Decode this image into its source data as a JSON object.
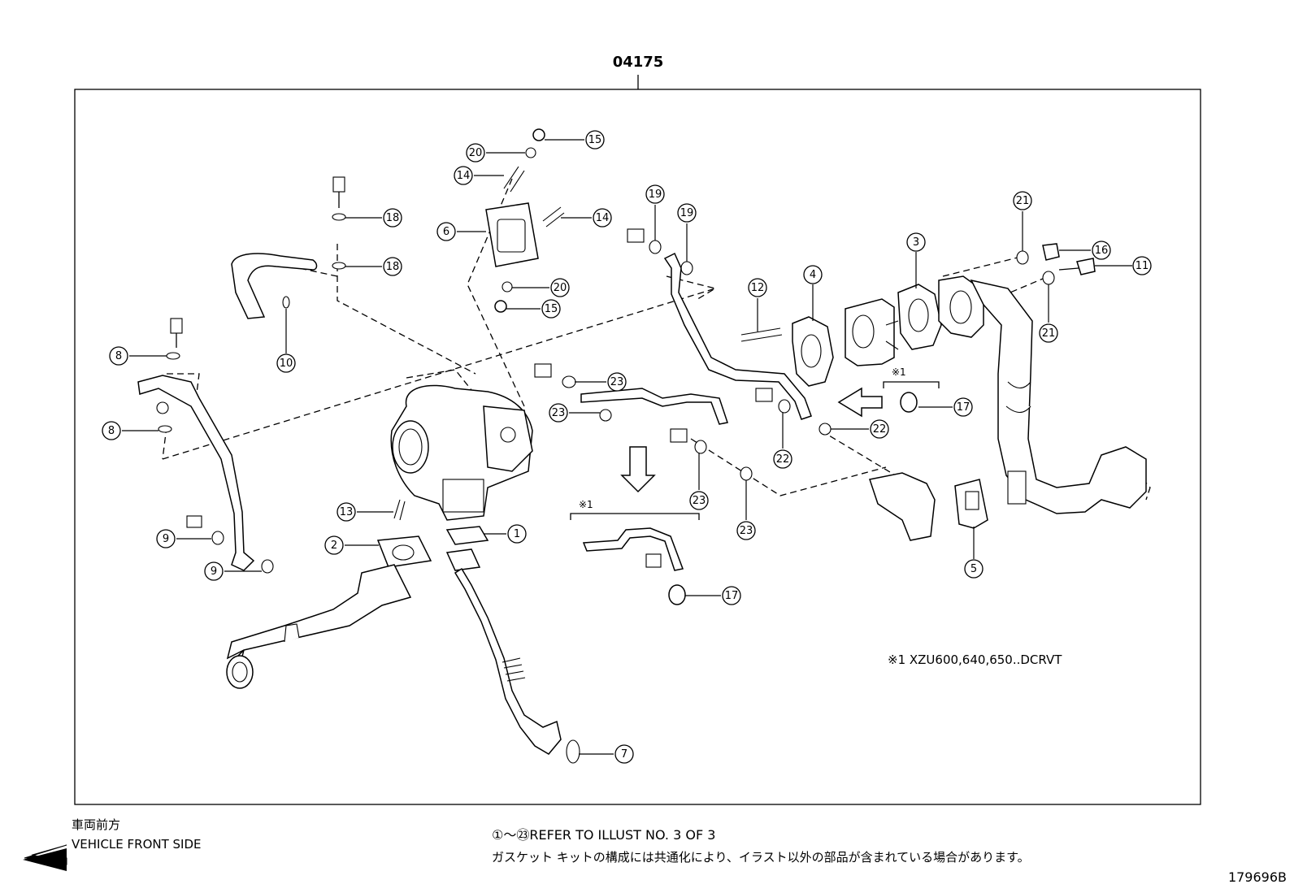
{
  "diagram": {
    "assembly_code": "04175",
    "note_x1": "※1 XZU600,640,650..DCRVT",
    "note_x1_mark_a": "※1",
    "note_x1_mark_b": "※1",
    "front_side_jp": "車両前方",
    "front_side_en": "VEHICLE FRONT SIDE",
    "refer_line": "①～㉓REFER TO ILLUST NO. 3 OF 3",
    "gasket_note_jp": "ガスケット キットの構成には共通化により、イラスト以外の部品が含まれている場合があります。",
    "illustration_id": "179696B"
  },
  "callouts": [
    "1",
    "2",
    "3",
    "4",
    "5",
    "6",
    "7",
    "8",
    "8",
    "9",
    "9",
    "10",
    "11",
    "12",
    "13",
    "14",
    "14",
    "15",
    "15",
    "16",
    "17",
    "17",
    "18",
    "18",
    "19",
    "19",
    "20",
    "20",
    "21",
    "21",
    "22",
    "22",
    "23",
    "23",
    "23",
    "23"
  ]
}
